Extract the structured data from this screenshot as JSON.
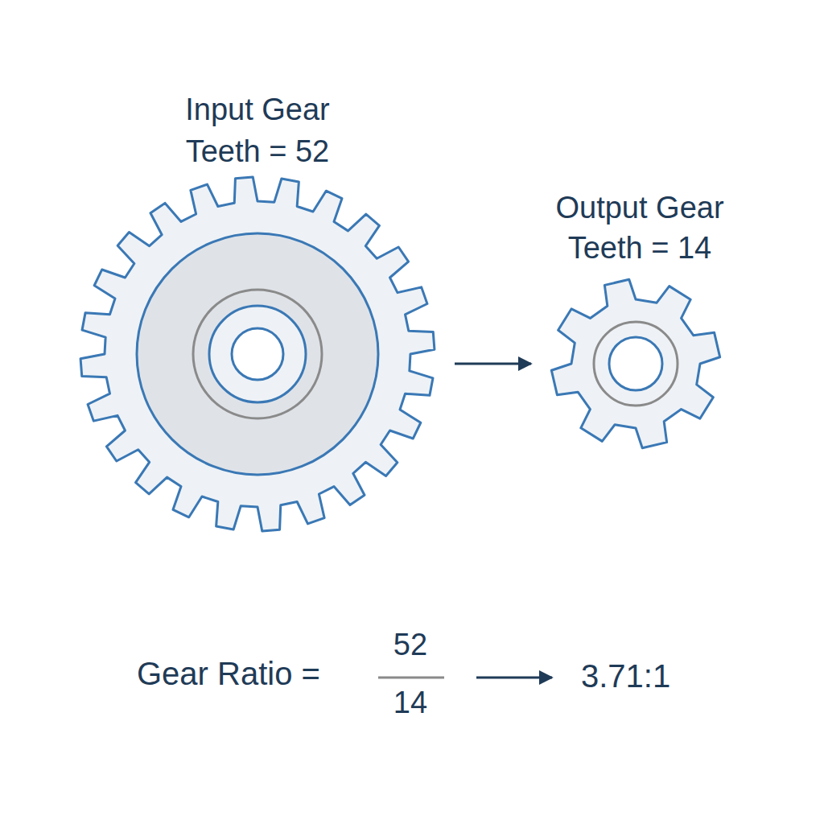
{
  "diagram": {
    "nodes": [
      {
        "text": [
          "Input Gear Teeth = 52"
        ]
      },
      {
        "text": [
          "Output Gear Teeth = 14"
        ]
      }
    ],
    "edges": [
      {
        "from": 0,
        "to": 1,
        "arrow": "to"
      }
    ],
    "labels": [
      "Gear Ratio =",
      "52",
      "14",
      "3.71:1"
    ]
  }
}
